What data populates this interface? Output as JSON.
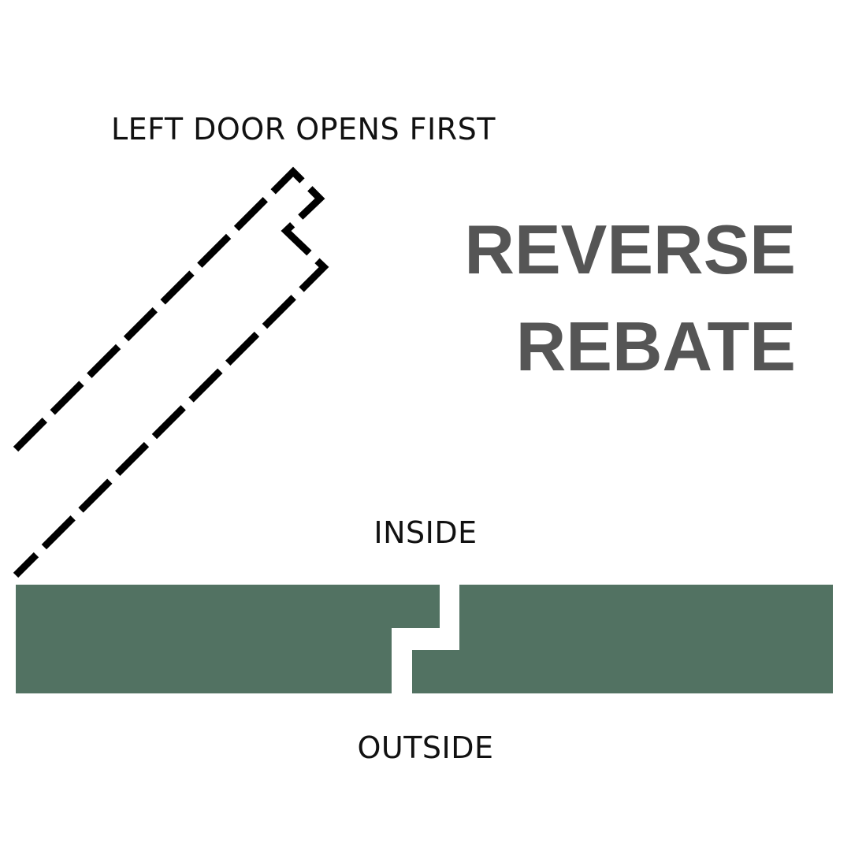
{
  "diagram": {
    "title_line_1": "REVERSE",
    "title_line_2": "REBATE",
    "label_opening": "LEFT DOOR OPENS FIRST",
    "label_inside": "INSIDE",
    "label_outside": "OUTSIDE"
  },
  "colors": {
    "door_fill": "#527262",
    "title_text": "#555555",
    "label_text": "#111111",
    "dash_stroke": "#000000"
  }
}
